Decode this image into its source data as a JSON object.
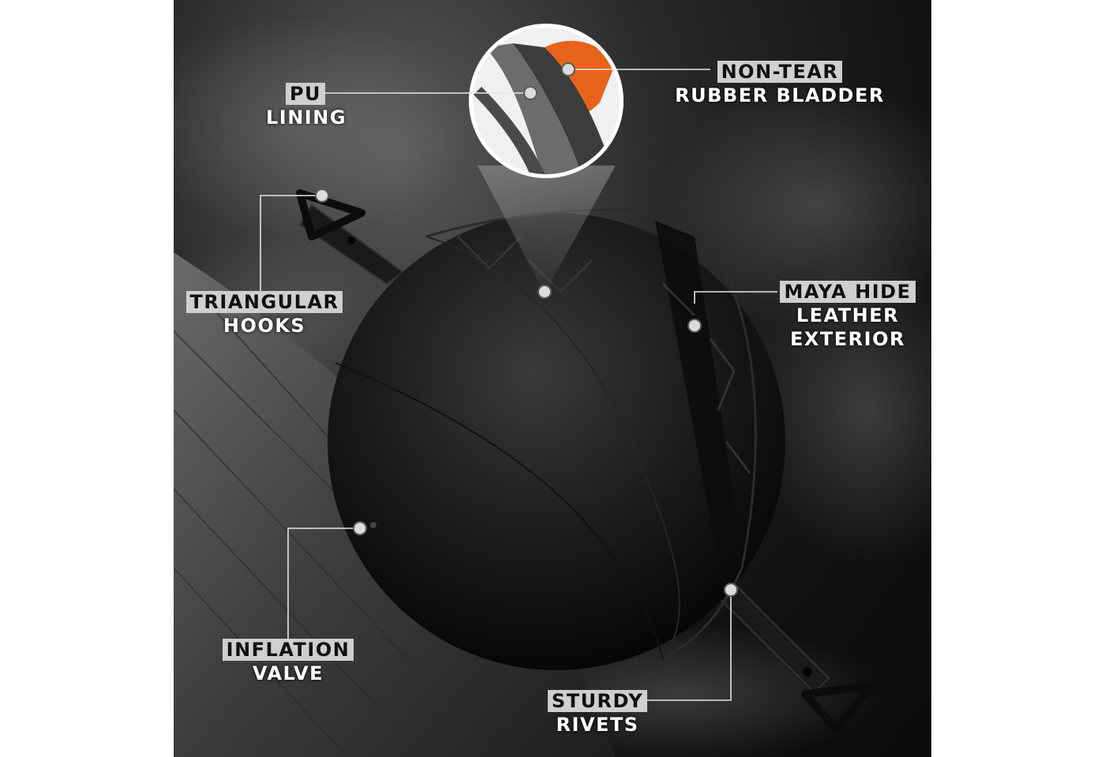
{
  "callouts": {
    "pu_lining": {
      "title": "PU",
      "subtitle": "LINING"
    },
    "bladder": {
      "title": "NON-TEAR",
      "subtitle": "RUBBER BLADDER"
    },
    "hooks": {
      "title": "TRIANGULAR",
      "subtitle": "HOOKS"
    },
    "leather": {
      "title": "MAYA HIDE",
      "subtitle": "LEATHER EXTERIOR"
    },
    "valve": {
      "title": "INFLATION",
      "subtitle": "VALVE"
    },
    "rivets": {
      "title": "STURDY",
      "subtitle": "RIVETS"
    }
  },
  "colors": {
    "bladder_accent": "#e8631a",
    "chip_bg": "#cfcfcf"
  },
  "leather_line_2": "EXTERIOR",
  "leather_line_1": "LEATHER"
}
